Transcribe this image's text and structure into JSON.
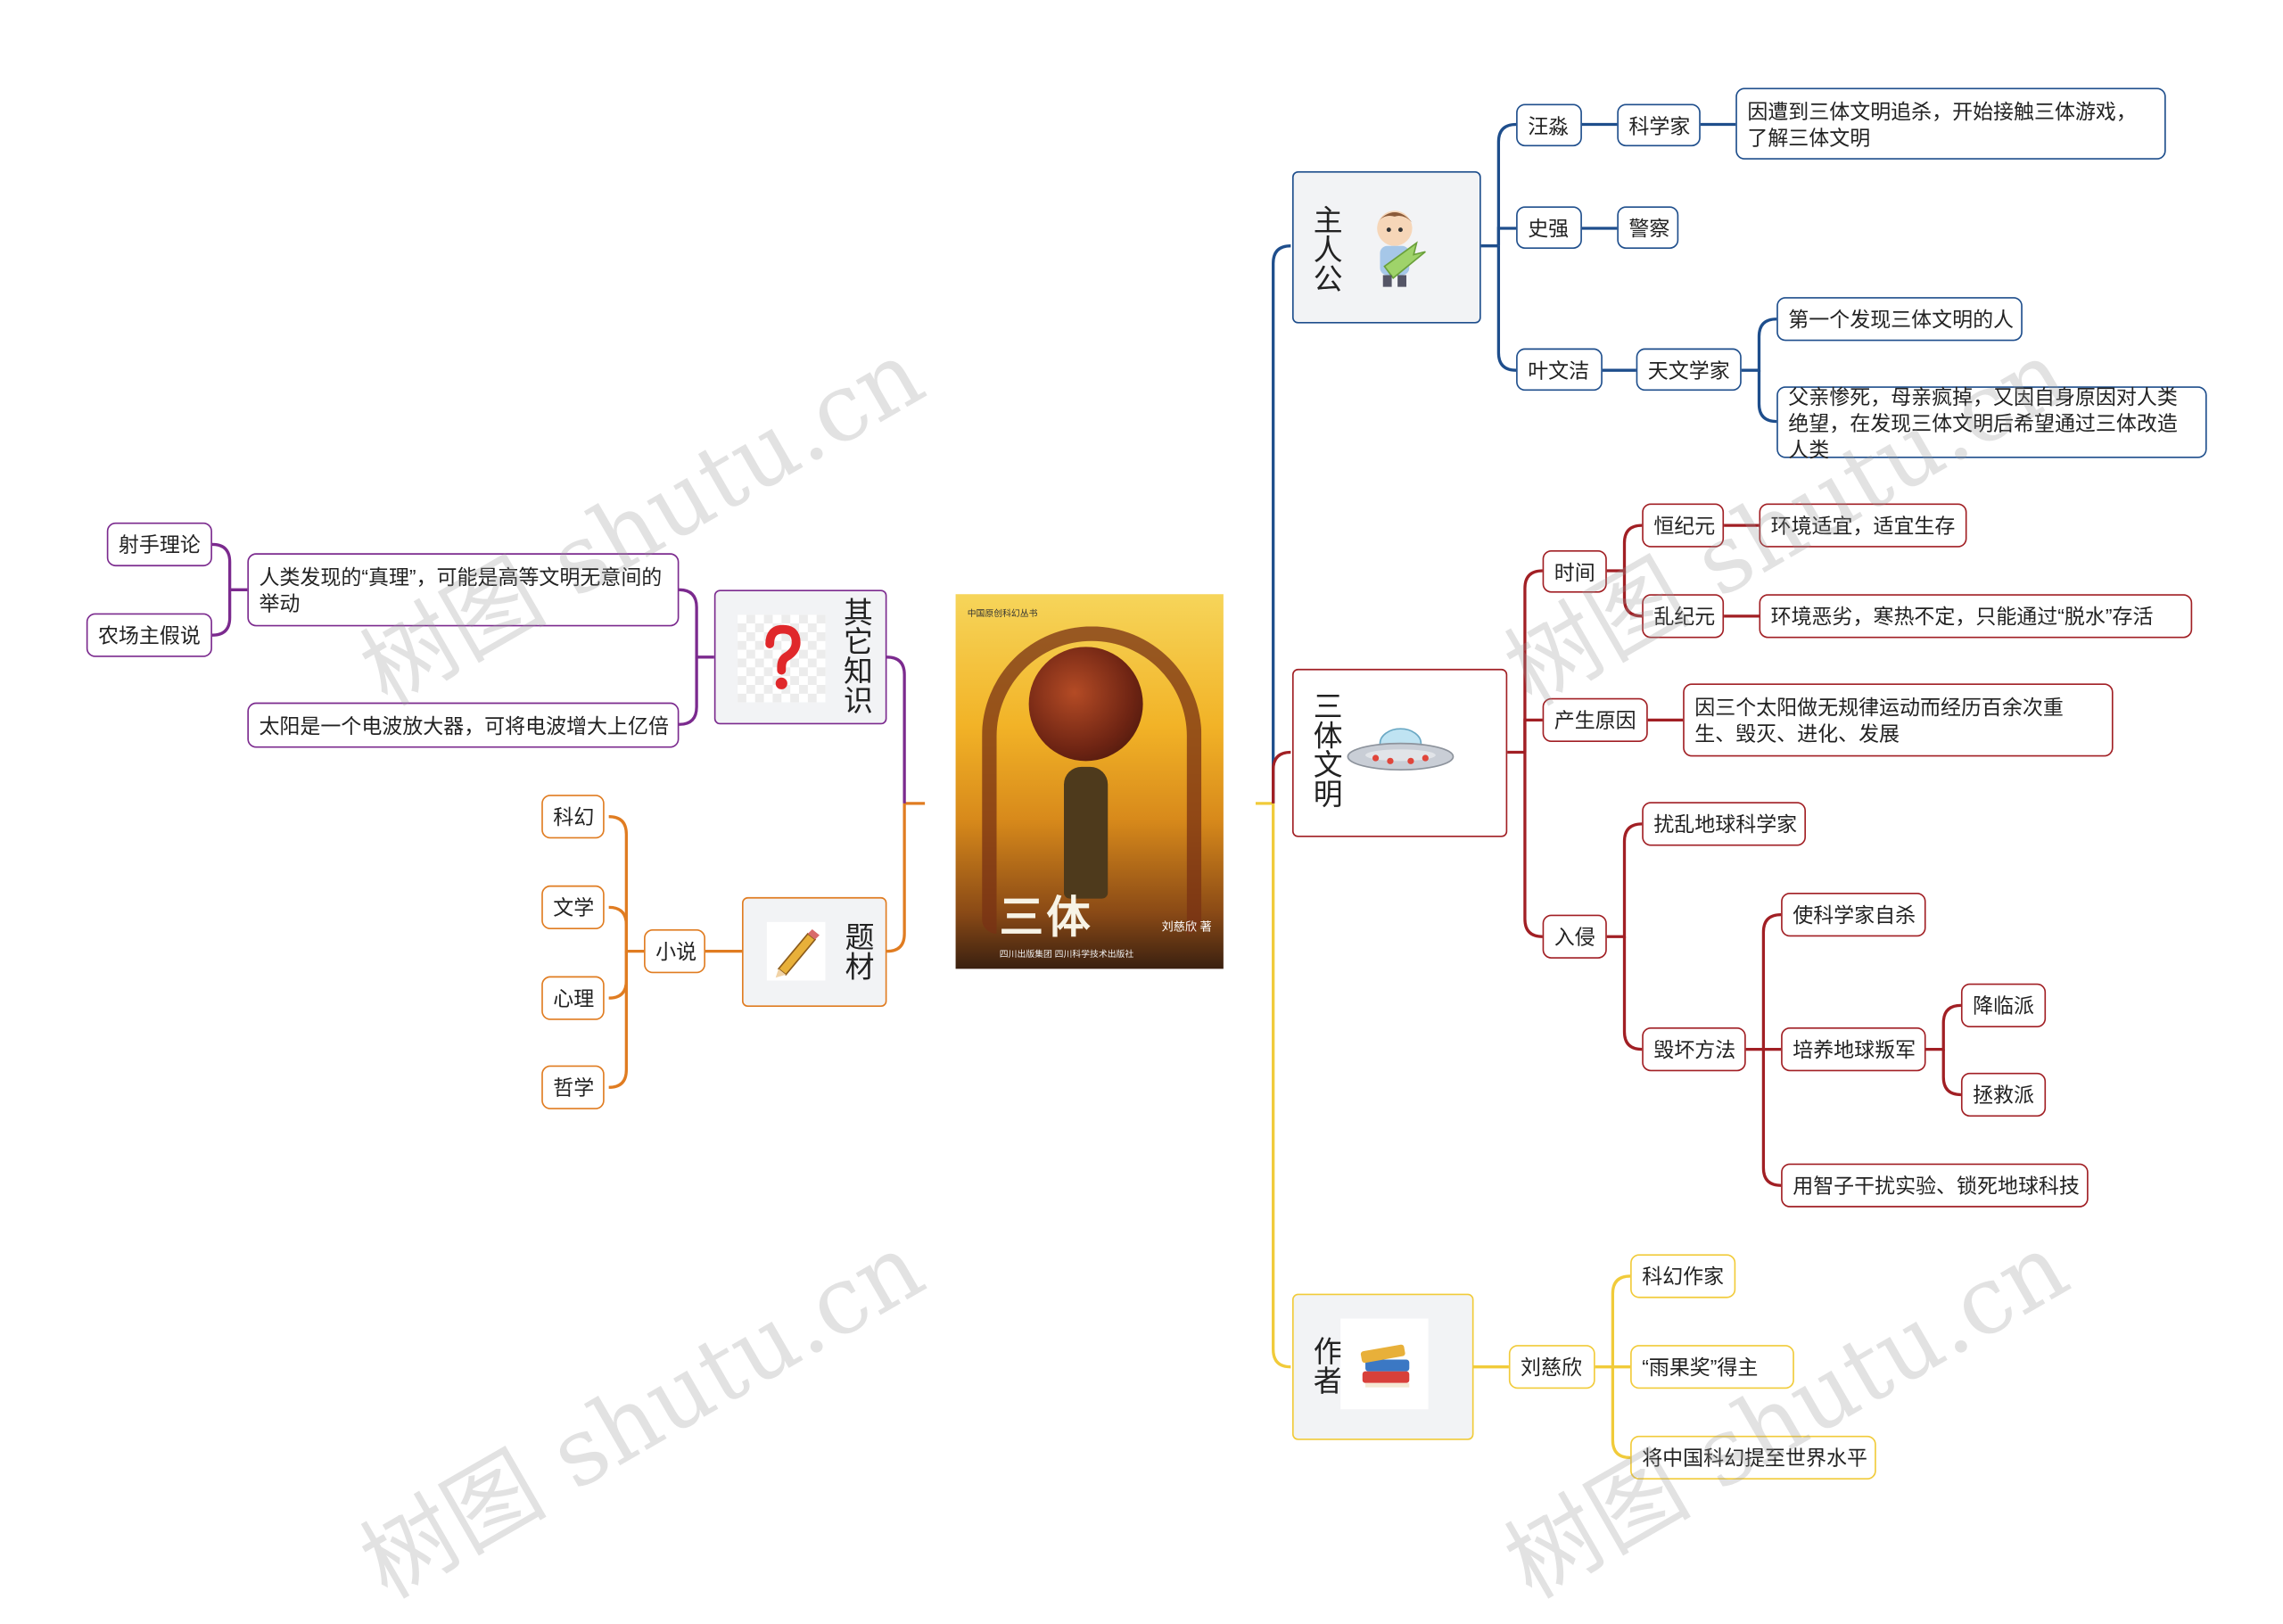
{
  "watermark": "树图 shutu.cn",
  "center": {
    "cover_title": "三体",
    "cover_author": "刘慈欣 著",
    "cover_top": "中国原创科幻丛书",
    "cover_publisher": "四川出版集团 四川科学技术出版社"
  },
  "colors": {
    "blue": "#1e4e8c",
    "red": "#a11f24",
    "yellow": "#f1cb3a",
    "purple": "#7b2a8e",
    "orange": "#e07c21"
  },
  "protagonists": {
    "title": "主人公",
    "icon": "person-holding-arrow-icon",
    "wang": {
      "name": "汪淼",
      "role": "科学家",
      "desc": "因遭到三体文明追杀，开始接触三体游戏，了解三体文明"
    },
    "shi": {
      "name": "史强",
      "role": "警察"
    },
    "ye": {
      "name": "叶文洁",
      "role": "天文学家",
      "desc1": "第一个发现三体文明的人",
      "desc2": "父亲惨死，母亲疯掉，又因自身原因对人类绝望，在发现三体文明后希望通过三体改造人类"
    }
  },
  "trisolaris": {
    "title": "三体文明",
    "icon": "ufo-icon",
    "time": {
      "label": "时间",
      "stable": "恒纪元",
      "stable_desc": "环境适宜，适宜生存",
      "chaotic": "乱纪元",
      "chaotic_desc": "环境恶劣，寒热不定，只能通过“脱水”存活"
    },
    "cause": {
      "label": "产生原因",
      "desc": "因三个太阳做无规律运动而经历百余次重生、毁灭、进化、发展"
    },
    "invasion": {
      "label": "入侵",
      "disrupt": "扰乱地球科学家",
      "methods": "毁坏方法",
      "suicide": "使科学家自杀",
      "rebels": "培养地球叛军",
      "descend": "降临派",
      "rescue": "拯救派",
      "sophon": "用智子干扰实验、锁死地球科技"
    }
  },
  "author": {
    "title": "作者",
    "icon": "books-icon",
    "name": "刘慈欣",
    "items": [
      "科幻作家",
      "“雨果奖”得主",
      "将中国科幻提至世界水平"
    ]
  },
  "other": {
    "title": "其它知识",
    "icon": "question-mark-icon",
    "truth": "人类发现的“真理”，可能是高等文明无意间的举动",
    "shooter": "射手理论",
    "farmer": "农场主假说",
    "sun": "太阳是一个电波放大器，可将电波增大上亿倍"
  },
  "genre": {
    "title": "题材",
    "icon": "pencil-icon",
    "novel": "小说",
    "items": [
      "科幻",
      "文学",
      "心理",
      "哲学"
    ]
  }
}
